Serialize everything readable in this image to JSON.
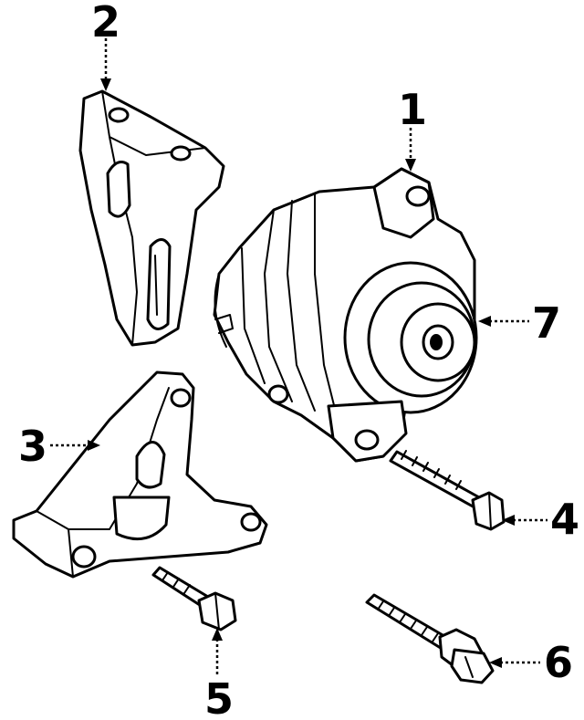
{
  "callouts": [
    {
      "id": "c1",
      "label": "1"
    },
    {
      "id": "c2",
      "label": "2"
    },
    {
      "id": "c3",
      "label": "3"
    },
    {
      "id": "c4",
      "label": "4"
    },
    {
      "id": "c5",
      "label": "5"
    },
    {
      "id": "c6",
      "label": "6"
    },
    {
      "id": "c7",
      "label": "7"
    }
  ],
  "colors": {
    "ink": "#000000",
    "background": "#ffffff"
  }
}
